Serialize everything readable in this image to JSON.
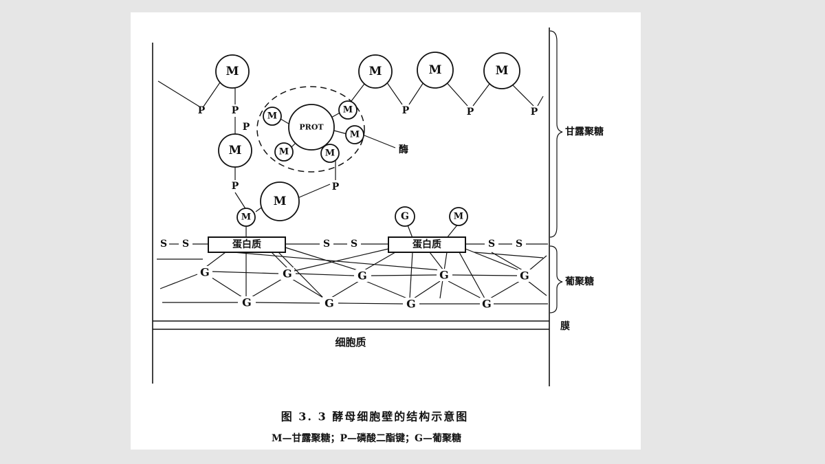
{
  "labels": {
    "mannose": "M",
    "phosphate": "P",
    "glucose": "G",
    "sulfur": "S",
    "prot": "PROT",
    "protein": "蛋白质",
    "enzyme": "酶",
    "mannan": "甘露聚糖",
    "glucan": "葡聚糖",
    "membrane": "膜",
    "cytoplasm": "细胞质"
  },
  "caption": {
    "title": "图 3. 3    酵母细胞壁的结构示意图",
    "legend": "M—甘露聚糖；P—磷酸二酯键；G—葡聚糖"
  }
}
